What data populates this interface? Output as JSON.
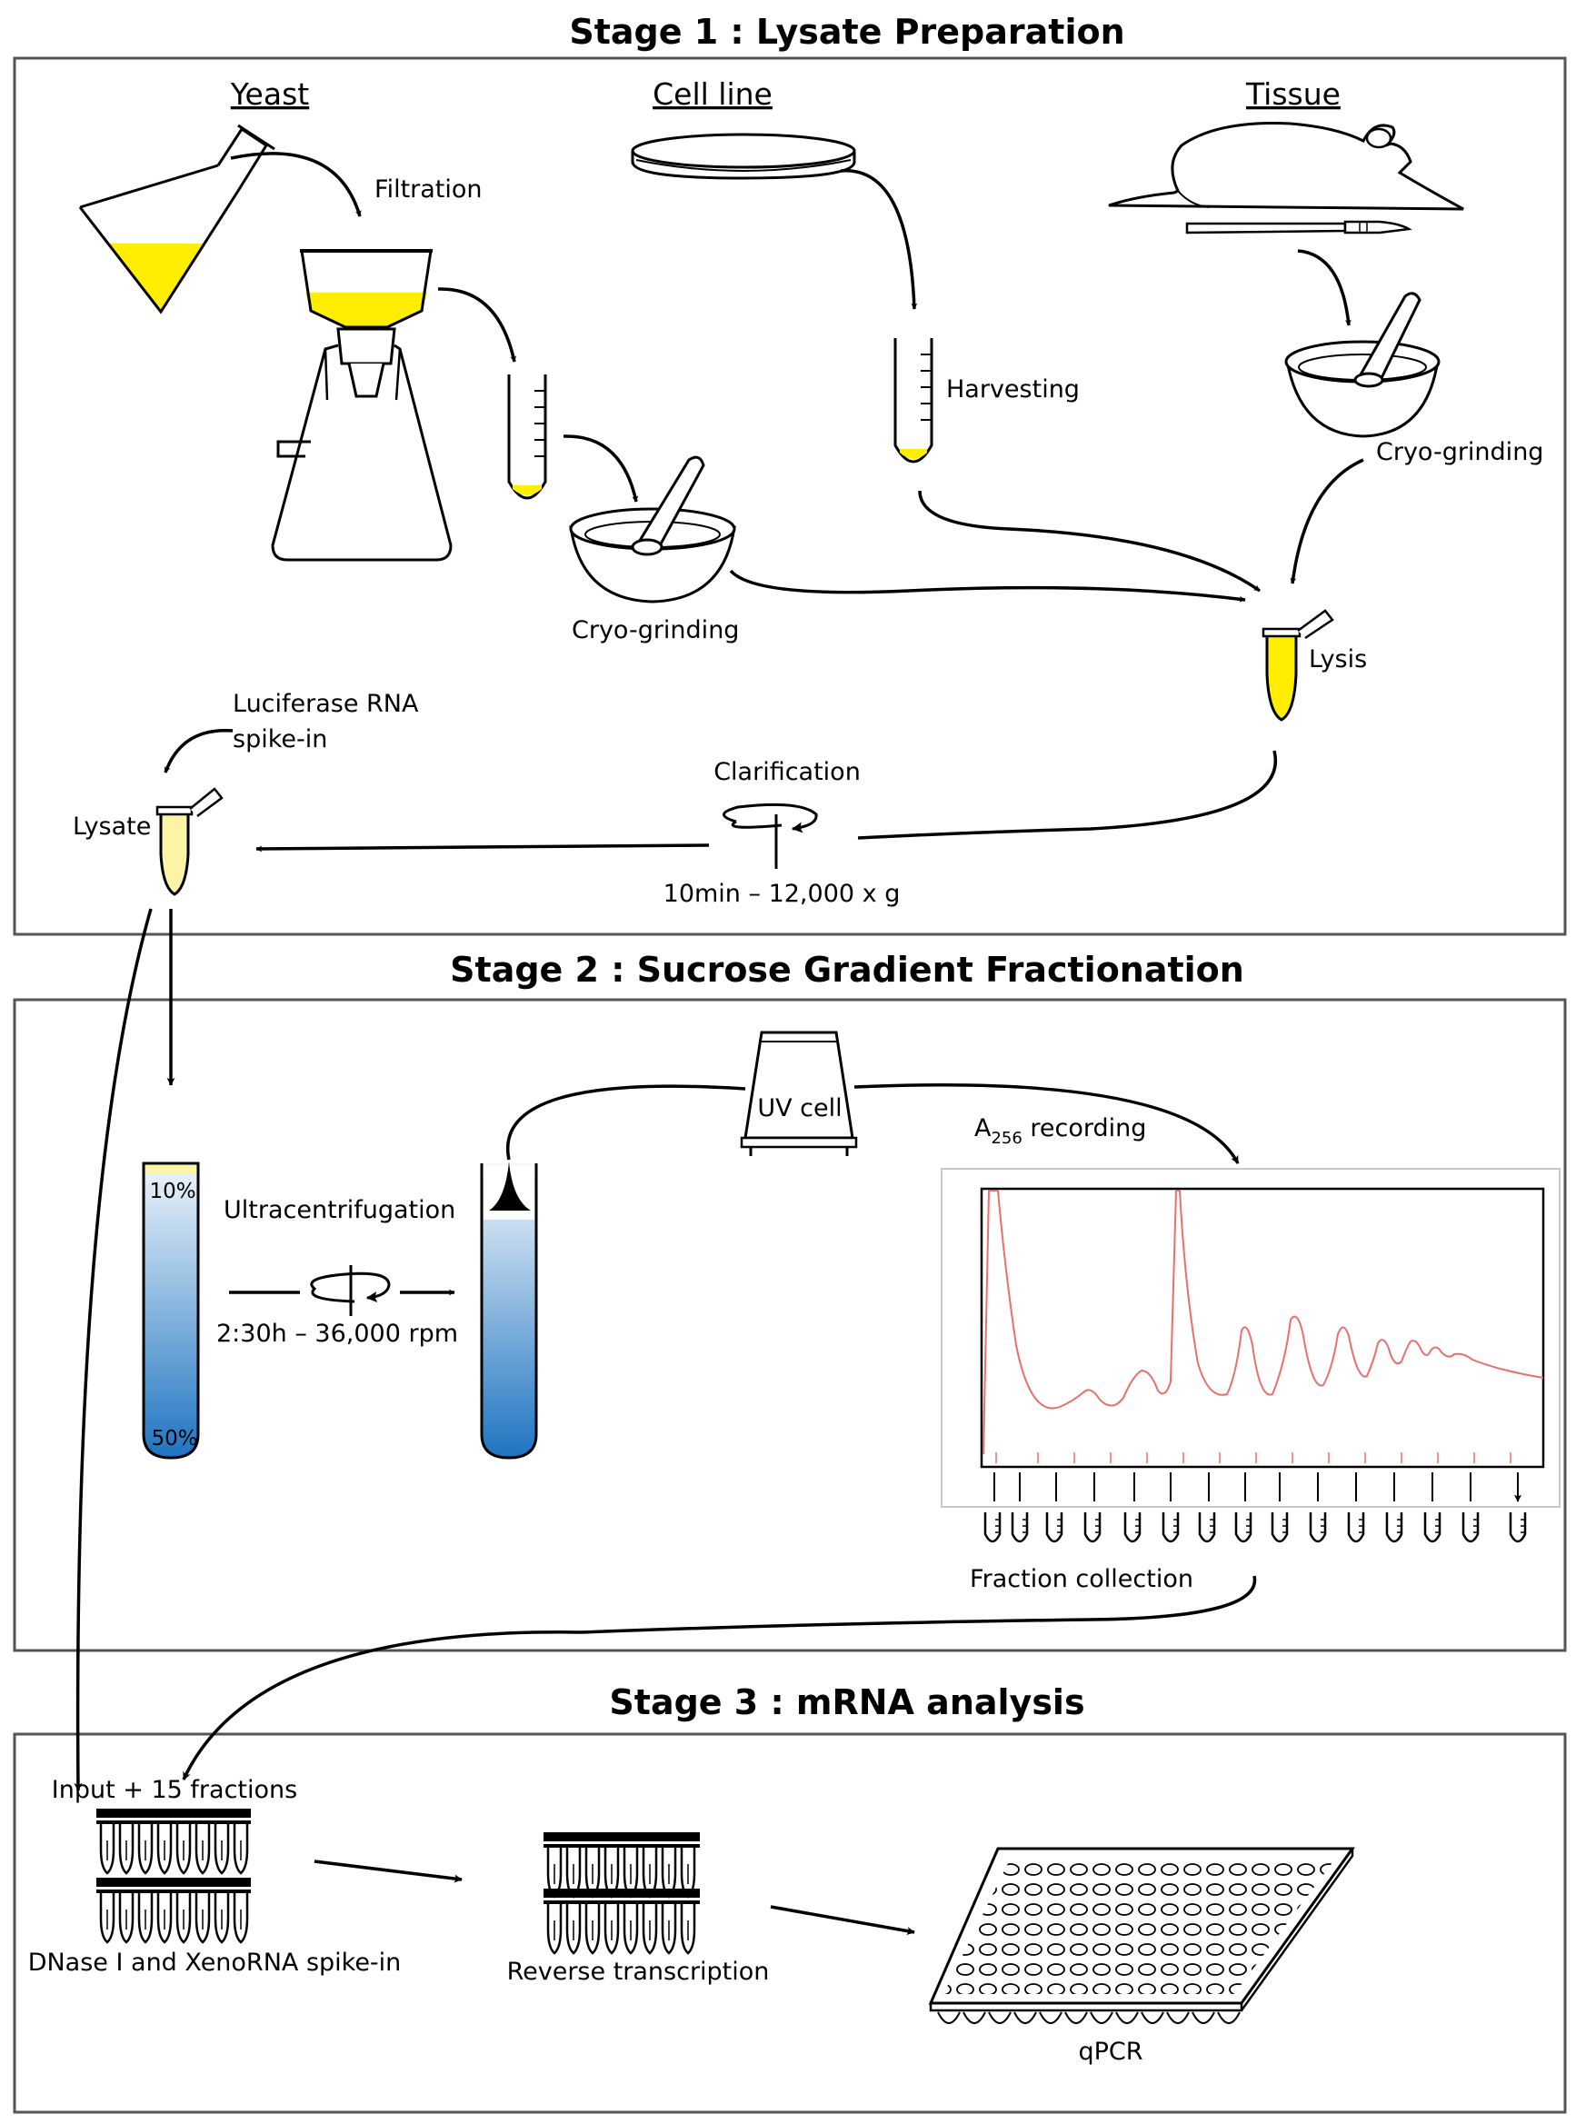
{
  "stages": {
    "stage1": "Stage 1 : Lysate Preparation",
    "stage2": "Stage 2 : Sucrose Gradient Fractionation",
    "stage3": "Stage 3 : mRNA analysis"
  },
  "sources": {
    "yeast": "Yeast",
    "cell_line": "Cell line",
    "tissue": "Tissue"
  },
  "steps": {
    "filtration": "Filtration",
    "harvesting": "Harvesting",
    "cryo_grinding_tissue": "Cryo-grinding",
    "cryo_grinding_yeast": "Cryo-grinding",
    "lysis": "Lysis",
    "luciferase_line1": "Luciferase RNA",
    "luciferase_line2": "spike-in",
    "lysate": "Lysate",
    "clarification": "Clarification",
    "clarification_params": "10min – 12,000 x g",
    "uv_cell": "UV cell",
    "a256_prefix": "A",
    "a256_sub": "256",
    "a256_suffix": " recording",
    "ultracentrifugation": "Ultracentrifugation",
    "ultra_params": "2:30h – 36,000 rpm",
    "gradient_top": "10%",
    "gradient_bottom": "50%",
    "fraction_collection": "Fraction collection",
    "input_fractions": "Input + 15 fractions",
    "dnase": "DNase I and XenoRNA spike-in",
    "reverse_transcription": "Reverse  transcription",
    "qpcr": "qPCR"
  },
  "colors": {
    "yeast_yellow": "#ffee00",
    "lysate_pale": "#fbf3a6",
    "gradient_top": "#eef5fb",
    "gradient_bottom": "#1f74c1",
    "profile_red": "#e8706c"
  },
  "icons": [
    "flask-icon",
    "filter-funnel-icon",
    "petri-dish-icon",
    "mouse-icon",
    "scalpel-icon",
    "mortar-pestle-icon",
    "tube-icon",
    "microtube-icon",
    "rotor-icon",
    "uv-cell-icon",
    "pcr-strip-icon",
    "qpcr-plate-icon"
  ]
}
